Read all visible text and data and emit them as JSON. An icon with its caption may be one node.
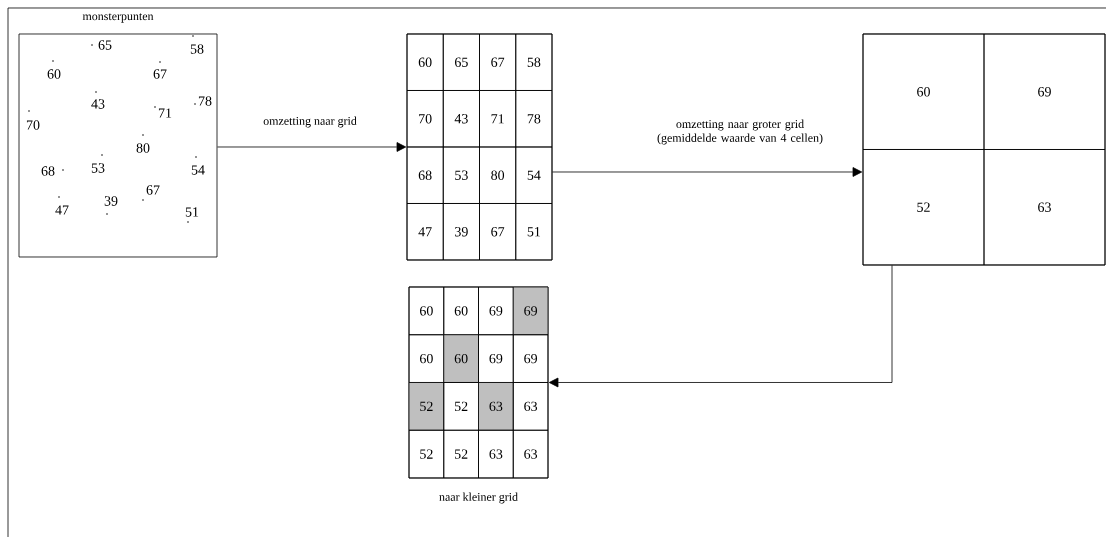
{
  "diagram": {
    "nodes": [
      {
        "text": [
          "monsterpunten"
        ]
      },
      {
        "text": [],
        "shape": "box"
      },
      {
        "text": [
          "60"
        ],
        "in": 1
      },
      {
        "text": [
          "65"
        ],
        "in": 1
      },
      {
        "text": [
          "67"
        ],
        "in": 1
      },
      {
        "text": [
          "58"
        ],
        "in": 1
      },
      {
        "text": [
          "70"
        ],
        "in": 1
      },
      {
        "text": [
          "43"
        ],
        "in": 1
      },
      {
        "text": [
          "71"
        ],
        "in": 1
      },
      {
        "text": [
          "78"
        ],
        "in": 1
      },
      {
        "text": [
          "68"
        ],
        "in": 1
      },
      {
        "text": [
          "53"
        ],
        "in": 1
      },
      {
        "text": [
          "80"
        ],
        "in": 1
      },
      {
        "text": [
          "54"
        ],
        "in": 1
      },
      {
        "text": [
          "47"
        ],
        "in": 1
      },
      {
        "text": [
          "39"
        ],
        "in": 1
      },
      {
        "text": [
          "67"
        ],
        "in": 1
      },
      {
        "text": [
          "51"
        ],
        "in": 1
      },
      {
        "text": [],
        "shape": "box"
      },
      {
        "text": [
          "60"
        ],
        "in": 18
      },
      {
        "text": [
          "69"
        ],
        "in": 18
      },
      {
        "text": [
          "52"
        ],
        "in": 18
      },
      {
        "text": [
          "63"
        ],
        "in": 18
      },
      {
        "text": [
          "naar kleiner grid"
        ]
      },
      {
        "text": [
          "60"
        ],
        "in": 23
      },
      {
        "text": [
          "60"
        ],
        "in": 23
      },
      {
        "text": [
          "69"
        ],
        "in": 23
      },
      {
        "text": [
          "69"
        ],
        "in": 23
      },
      {
        "text": [
          "60"
        ],
        "in": 23
      },
      {
        "text": [
          "60"
        ],
        "in": 23
      },
      {
        "text": [
          "69"
        ],
        "in": 23
      },
      {
        "text": [
          "69"
        ],
        "in": 23
      },
      {
        "text": [
          "52"
        ],
        "in": 23
      },
      {
        "text": [
          "52"
        ],
        "in": 23
      },
      {
        "text": [
          "63"
        ],
        "in": 23
      },
      {
        "text": [
          "63"
        ],
        "in": 23
      },
      {
        "text": [
          "52"
        ],
        "in": 23
      },
      {
        "text": [
          "52"
        ],
        "in": 23
      },
      {
        "text": [
          "63"
        ],
        "in": 23
      },
      {
        "text": [
          "63"
        ],
        "in": 23
      }
    ],
    "edges": [
      {
        "from": 0,
        "to": 1,
        "arrow": "to",
        "label": "omzetting naar grid"
      },
      {
        "from": 1,
        "to": 18,
        "arrow": "to",
        "label": "omzetting naar groter grid (gemiddelde waarde van 4 cellen)"
      },
      {
        "from": 18,
        "to": 23,
        "arrow": "to"
      }
    ],
    "labels": [
      "65",
      "58",
      "60",
      "67",
      "43",
      "78",
      "70",
      "71",
      "80",
      "68",
      "53",
      "54",
      "39",
      "67",
      "47",
      "51"
    ]
  }
}
